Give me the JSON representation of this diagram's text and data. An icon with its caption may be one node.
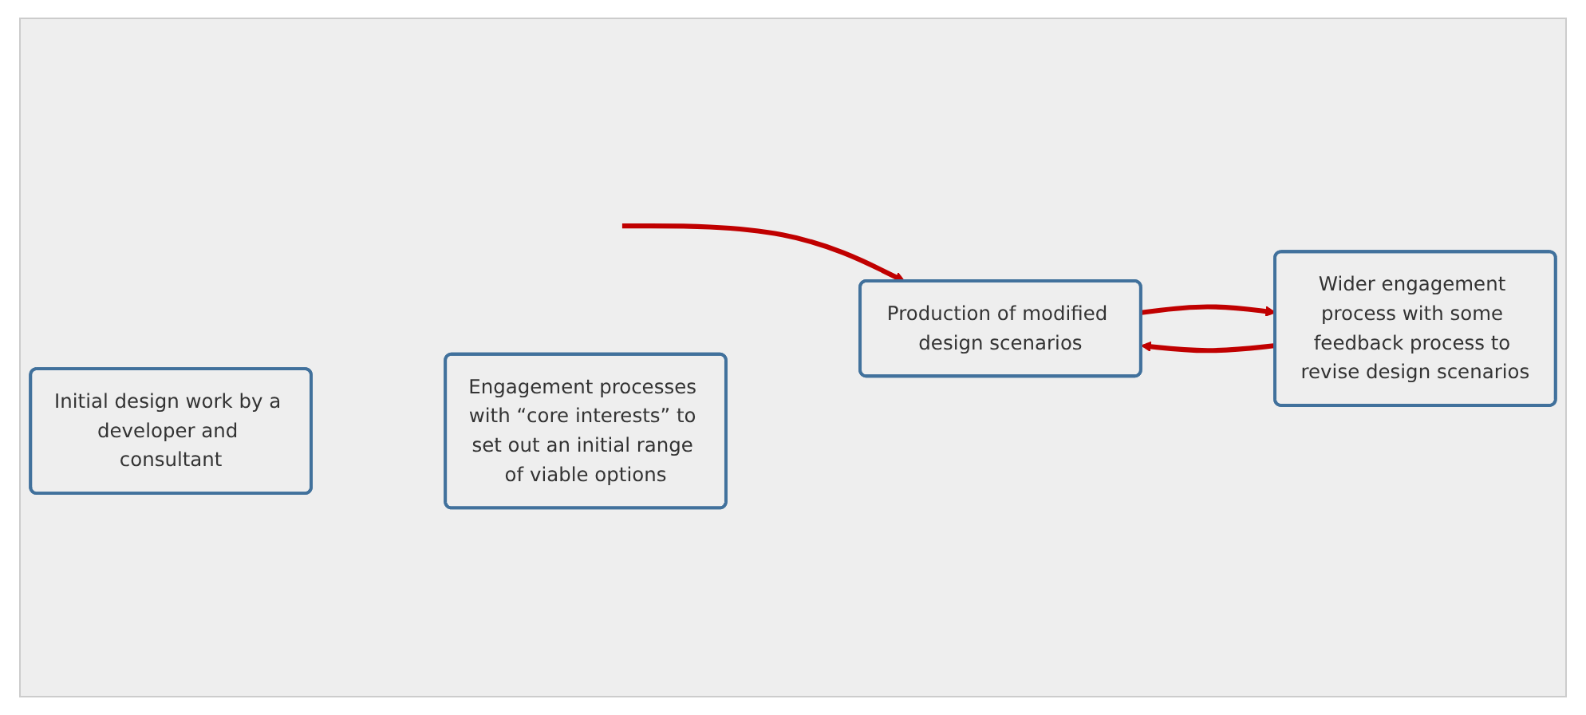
{
  "diagram": {
    "nodes": [
      {
        "text": [
          "Initial design work by a developer and consultant"
        ]
      },
      {
        "text": [
          "Engagement processes with “core interests” to set out an initial range of viable options"
        ]
      },
      {
        "text": [
          "Production of modified design scenarios"
        ]
      },
      {
        "text": [
          "Wider engagement process with some feedback process to revise design scenarios"
        ]
      }
    ],
    "edges": [
      {
        "from": null,
        "to": 2,
        "arrow": "to"
      },
      {
        "from": 2,
        "to": 3,
        "arrow": "to"
      },
      {
        "from": 3,
        "to": 2,
        "arrow": "to"
      }
    ]
  }
}
